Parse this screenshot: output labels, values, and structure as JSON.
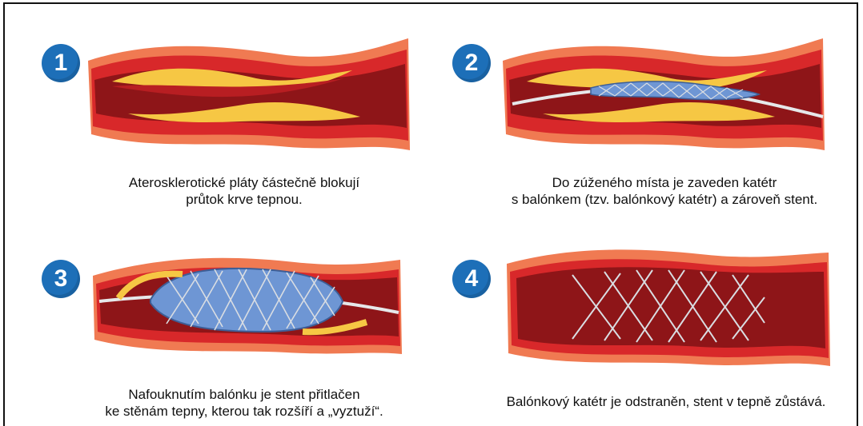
{
  "colors": {
    "badge": "#1d6fb8",
    "vessel_outer": "#f07a52",
    "vessel_wall": "#d8282a",
    "lumen": "#8e1518",
    "plaque": "#f6c744",
    "balloon": "#6e96d4",
    "stent": "#d9dde2"
  },
  "steps": [
    {
      "number": "1",
      "caption_lines": [
        "Aterosklerotické pláty částečně blokují",
        "průtok krve tepnou."
      ]
    },
    {
      "number": "2",
      "caption_lines": [
        "Do zúženého místa je zaveden katétr",
        "s balónkem (tzv. balónkový katétr) a zároveň stent."
      ]
    },
    {
      "number": "3",
      "caption_lines": [
        "Nafouknutím balónku je stent přitlačen",
        "ke stěnám tepny, kterou tak rozšíří a „vyztuží“."
      ]
    },
    {
      "number": "4",
      "caption_lines": [
        "Balónkový katétr je odstraněn, stent v tepně zůstává."
      ]
    }
  ]
}
